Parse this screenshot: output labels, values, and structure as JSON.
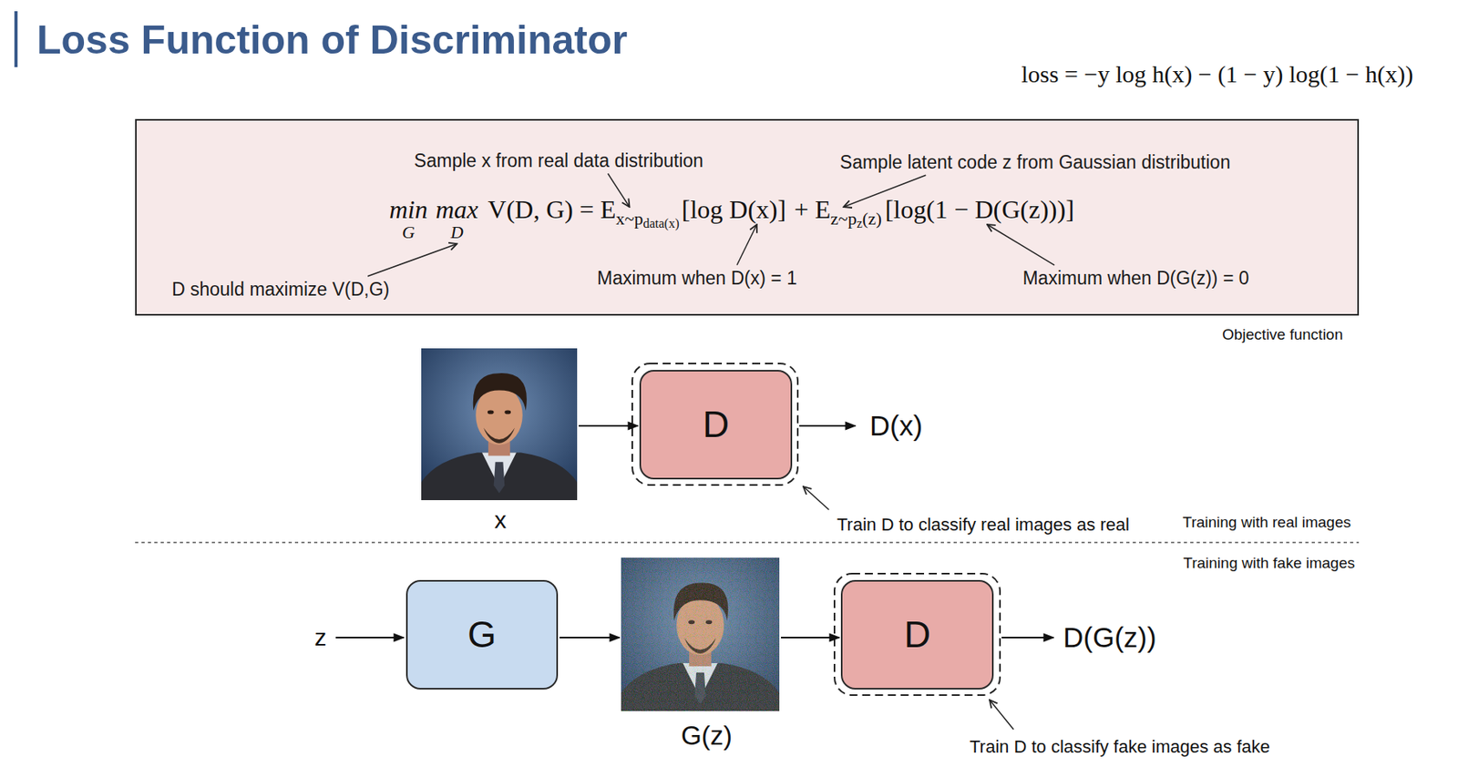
{
  "diagram": {
    "title": "Loss Function of Discriminator",
    "nodes": [
      {
        "text": [
          "Sample x from real data distribution",
          "Sample latent code z from Gaussian distribution",
          "min",
          "G",
          "max",
          "D",
          "V(D, G) = E",
          "x~p",
          "data(x)",
          "[log D(x)]",
          "+ E",
          "z~p",
          "z",
          "(z)",
          "[log(1 − D(G(z)))]",
          "D should maximize V(D,G)",
          "Maximum when D(x) = 1",
          "Maximum when D(G(z)) = 0"
        ]
      },
      {
        "text": [
          "D"
        ]
      },
      {
        "text": [
          "G"
        ]
      },
      {
        "text": [
          "D"
        ]
      }
    ],
    "labels": [
      "loss = −y log h(x) − (1 − y) log(1 − h(x))",
      "Objective function",
      "x",
      "D(x)",
      "Train D to classify real images as real",
      "Training with real images",
      "Training with fake images",
      "z",
      "G(z)",
      "D(G(z))",
      "Train D to classify fake images as fake"
    ]
  }
}
